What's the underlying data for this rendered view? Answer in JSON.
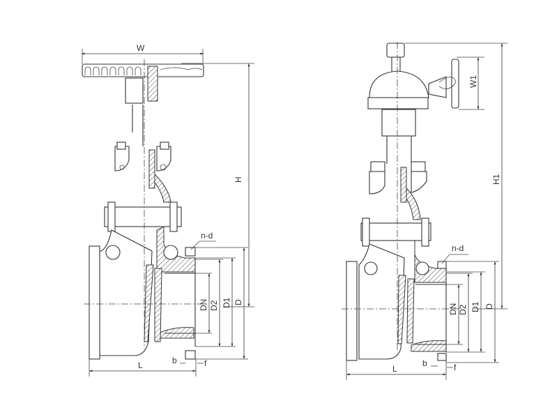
{
  "left_valve": {
    "labels": {
      "W": "W",
      "H": "H",
      "n_d": "n-d",
      "DN": "DN",
      "D2": "D2",
      "D1": "D1",
      "D": "D",
      "L": "L",
      "b": "b",
      "f": "f"
    }
  },
  "right_valve": {
    "labels": {
      "W1": "W1",
      "H1": "H1",
      "n_d": "n-d",
      "DN": "DN",
      "D2": "D2",
      "D1": "D1",
      "D": "D",
      "L": "L",
      "b": "b",
      "f": "f"
    }
  }
}
